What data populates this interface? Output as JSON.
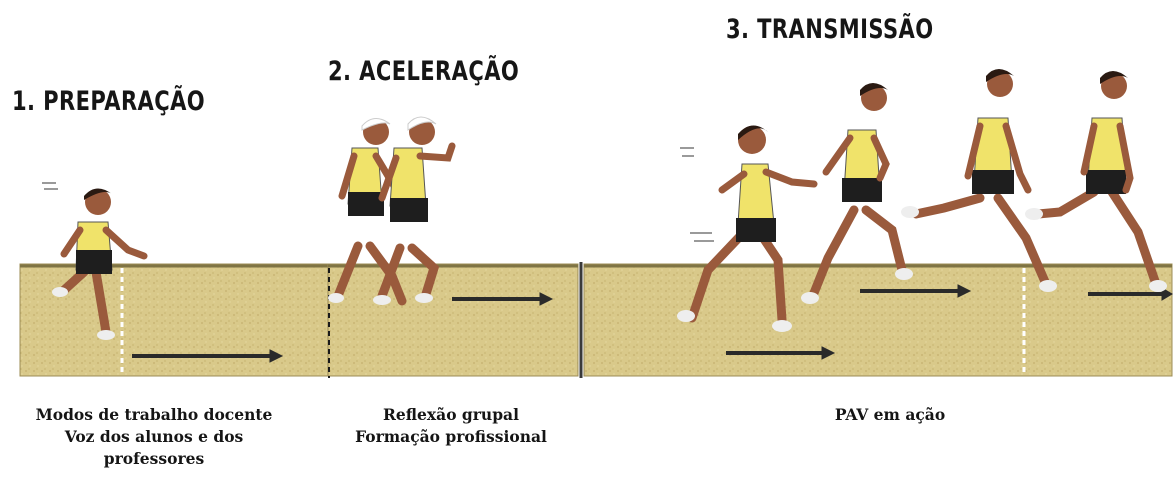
{
  "stages": [
    {
      "title": "1. PREPARAÇÃO",
      "caption": [
        "Modos de trabalho docente",
        "Voz dos alunos e dos",
        "professores"
      ]
    },
    {
      "title": "2. ACELERAÇÃO",
      "caption": [
        "Reflexão grupal",
        "Formação profissional"
      ]
    },
    {
      "title": "3. TRANSMISSÃO",
      "caption": [
        "PAV em ação"
      ]
    }
  ],
  "colors": {
    "track": "#d9c98a",
    "track_shadow": "#b8a766",
    "arrow": "#2a2a2a",
    "shirt": "#f0e36a",
    "shorts": "#1e1e1e",
    "skin": "#9a5a3c",
    "hair": "#2a1a12"
  }
}
